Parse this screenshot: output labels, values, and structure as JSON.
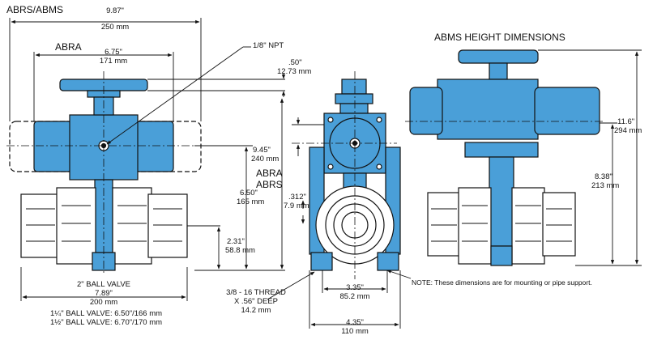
{
  "labels": {
    "abrs_abms": "ABRS/ABMS",
    "abra_top": "ABRA",
    "abms_height_title": "ABMS HEIGHT DIMENSIONS",
    "overall_width_in": "9.87\"",
    "overall_width_mm": "250 mm",
    "abra_width_in": "6.75\"",
    "abra_width_mm": "171 mm",
    "npt": "1/8\" NPT",
    "offset_in": ".50\"",
    "offset_mm": "12.73 mm",
    "height_945_in": "9.45\"",
    "height_945_mm": "240 mm",
    "abra_side": "ABRA",
    "abrs_side": "ABRS",
    "height_650_in": "6.50\"",
    "height_650_mm": "165 mm",
    "center_231_in": "2.31\"",
    "center_231_mm": "58.8 mm",
    "small_312_in": ".312\"",
    "small_312_mm": "7.9 mm",
    "ball_valve_2": "2\" BALL VALVE",
    "length_789_in": "7.89\"",
    "length_789_mm": "200 mm",
    "valve_1_25": "1¼\" BALL VALVE: 6.50\"/166 mm",
    "valve_1_5": "1½\" BALL VALVE: 6.70\"/170 mm",
    "thread_line1": "3/8 - 16 THREAD",
    "thread_line2": "X .56\" DEEP",
    "thread_line3": "14.2 mm",
    "mount_335_in": "3.35\"",
    "mount_335_mm": "85.2 mm",
    "base_435_in": "4.35\"",
    "base_435_mm": "110 mm",
    "note": "NOTE:  These dimensions are for mounting or pipe support.",
    "height_116_in": "11.6\"",
    "height_116_mm": "294 mm",
    "height_838_in": "8.38\"",
    "height_838_mm": "213 mm"
  },
  "colors": {
    "valve_blue": "#4a9fd8",
    "line": "#111111",
    "union_fill": "#ffffff"
  }
}
